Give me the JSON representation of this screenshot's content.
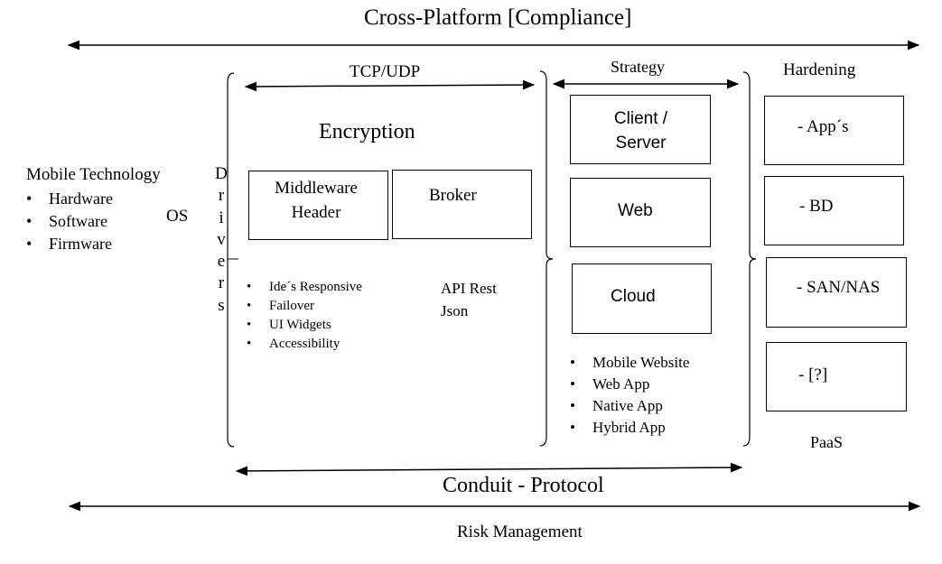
{
  "top_label": "Cross-Platform [Compliance]",
  "mobile": {
    "title": "Mobile Technology",
    "items": [
      "Hardware",
      "Software",
      "Firmware"
    ],
    "os": "OS"
  },
  "drivers": [
    "D",
    "r",
    "i",
    "v",
    "e",
    "r",
    "s"
  ],
  "tcp": "TCP/UDP",
  "encryption": "Encryption",
  "middleware": "Middleware Header",
  "broker": "Broker",
  "features": [
    "Ide´s Responsive",
    "Failover",
    "UI Widgets",
    "Accessibility"
  ],
  "api": [
    "API Rest",
    "Json"
  ],
  "strategy": {
    "title": "Strategy",
    "boxes": [
      "Client / Server",
      "Web",
      "Cloud"
    ],
    "items": [
      "Mobile Website",
      "Web App",
      "Native App",
      "Hybrid App"
    ]
  },
  "hardening": {
    "title": "Hardening",
    "boxes": [
      "- App´s",
      "- BD",
      "- SAN/NAS",
      "- [?]"
    ],
    "footer": "PaaS"
  },
  "conduit": "Conduit - Protocol",
  "risk": "Risk Management"
}
